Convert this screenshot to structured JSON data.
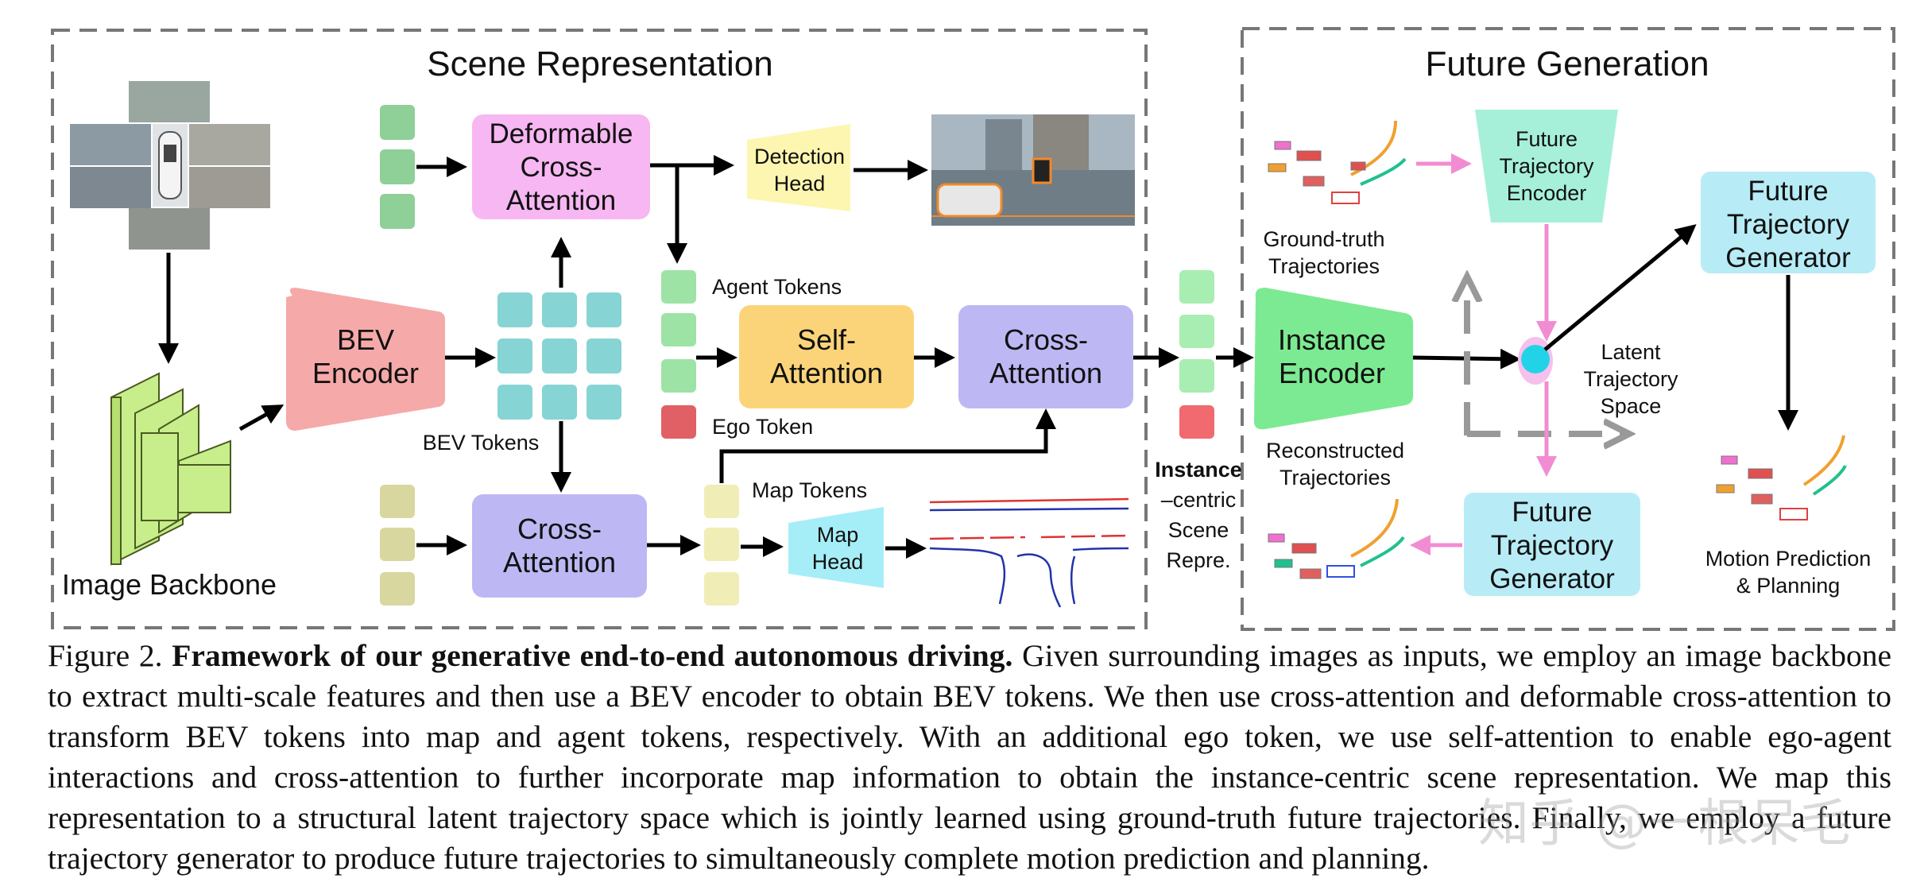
{
  "figure": {
    "scene_panel_title": "Scene Representation",
    "future_panel_title": "Future Generation",
    "blocks": {
      "deformable": [
        "Deformable",
        "Cross-",
        "Attention"
      ],
      "detection_head": [
        "Detection",
        "Head"
      ],
      "bev_encoder": [
        "BEV",
        "Encoder"
      ],
      "self_attention": [
        "Self-",
        "Attention"
      ],
      "cross_attention_agent": [
        "Cross-",
        "Attention"
      ],
      "cross_attention_map": [
        "Cross-",
        "Attention"
      ],
      "map_head": [
        "Map",
        "Head"
      ],
      "instance_encoder": [
        "Instance",
        "Encoder"
      ],
      "future_traj_encoder": [
        "Future",
        "Trajectory",
        "Encoder"
      ],
      "future_traj_gen_right": [
        "Future",
        "Trajectory",
        "Generator"
      ],
      "future_traj_gen_bottom": [
        "Future",
        "Trajectory",
        "Generator"
      ]
    },
    "labels": {
      "bev_tokens": "BEV Tokens",
      "agent_tokens": "Agent Tokens",
      "ego_token": "Ego Token",
      "map_tokens": "Map Tokens",
      "image_backbone": "Image Backbone",
      "instance_centric": [
        "Instance",
        "–centric",
        "Scene",
        "Repre."
      ],
      "ground_truth": [
        "Ground-truth",
        "Trajectories"
      ],
      "reconstructed": [
        "Reconstructed",
        "Trajectories"
      ],
      "latent_space": [
        "Latent",
        "Trajectory",
        "Space"
      ],
      "motion_prediction": [
        "Motion Prediction",
        "& Planning"
      ]
    },
    "colors": {
      "deformable": "#f7b7f2",
      "detection_head": "#fdf6b0",
      "bev_encoder": "#f6a9a9",
      "bev_tokens": "#86d4d4",
      "self_attention": "#fbd47a",
      "cross_attention": "#bdb8f4",
      "map_head": "#a6eef7",
      "instance_encoder": "#7cea92",
      "future_encoder": "#a6f0d9",
      "future_generator": "#b7ecf6",
      "agent_token": "#9de3a6",
      "ego_token": "#e06065",
      "map_token": "#f0edb6",
      "query_token": "#8fcf98",
      "map_query_token": "#d9d7a0",
      "backbone": "#c7ee8a",
      "latent_point": "#22d3e8"
    }
  },
  "caption": {
    "prefix": "Figure 2. ",
    "bold": "Framework of our generative end-to-end autonomous driving.",
    "text": " Given surrounding images as inputs, we employ an image backbone to extract multi-scale features and then use a BEV encoder to obtain BEV tokens. We then use cross-attention and deformable cross-attention to transform BEV tokens into map and agent tokens, respectively. With an additional ego token, we use self-attention to enable ego-agent interactions and cross-attention to further incorporate map information to obtain the instance-centric scene representation. We map this representation to a structural latent trajectory space which is jointly learned using ground-truth future trajectories. Finally, we employ a future trajectory generator to produce future trajectories to simultaneously complete motion prediction and planning."
  },
  "watermark": "知乎 @一根呆毛"
}
